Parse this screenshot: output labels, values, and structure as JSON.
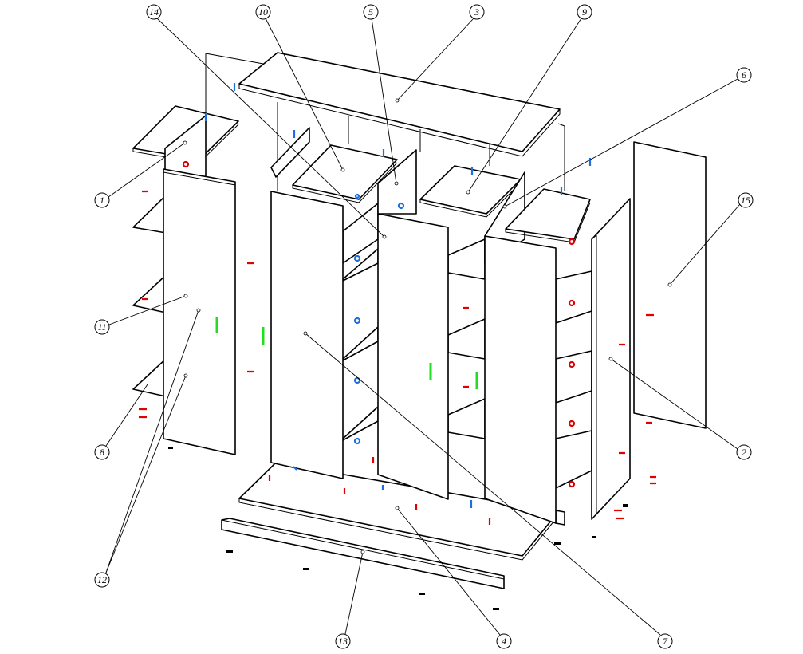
{
  "title": "Wardrobe exploded assembly diagram",
  "callouts": {
    "c1": "1",
    "c2": "2",
    "c3": "3",
    "c4": "4",
    "c5": "5",
    "c6": "6",
    "c7": "7",
    "c8": "8",
    "c9": "9",
    "c10": "10",
    "c11": "11",
    "c12": "12",
    "c13": "13",
    "c14": "14",
    "c15": "15"
  },
  "colors": {
    "confirmat": "#e00000",
    "dowel": "#1e6fe0",
    "handle": "#22dd22"
  }
}
